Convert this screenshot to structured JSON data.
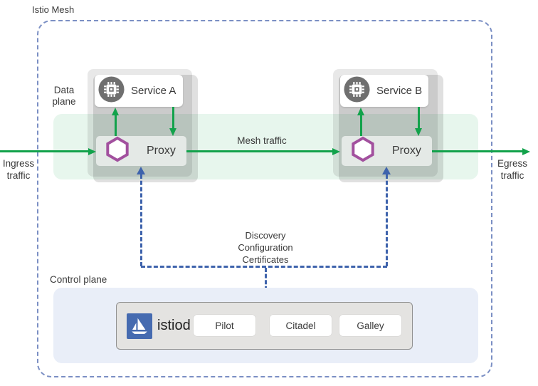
{
  "title": "Istio Mesh",
  "labels": {
    "data_plane": "Data plane",
    "control_plane": "Control plane",
    "ingress": "Ingress traffic",
    "egress": "Egress traffic",
    "mesh_traffic": "Mesh traffic",
    "discovery": "Discovery Configuration Certificates"
  },
  "service_a": {
    "label": "Service A",
    "icon": "chip-icon"
  },
  "service_b": {
    "label": "Service B",
    "icon": "chip-icon"
  },
  "proxy_a": {
    "label": "Proxy",
    "icon": "hexagon-icon"
  },
  "proxy_b": {
    "label": "Proxy",
    "icon": "hexagon-icon"
  },
  "istiod": {
    "label": "istiod",
    "icon": "sailboat-icon",
    "components": [
      "Pilot",
      "Citadel",
      "Galley"
    ]
  },
  "colors": {
    "arrow_green": "#12a24b",
    "dashed_blue": "#3e63ac",
    "mesh_border_blue": "#7b8fc4",
    "proxy_purple": "#a2509e",
    "istio_blue": "#466bb0",
    "band_green": "#e7f3eb",
    "control_plane_bg": "#e9eef8",
    "pod_gray": "#e7e7e7"
  }
}
